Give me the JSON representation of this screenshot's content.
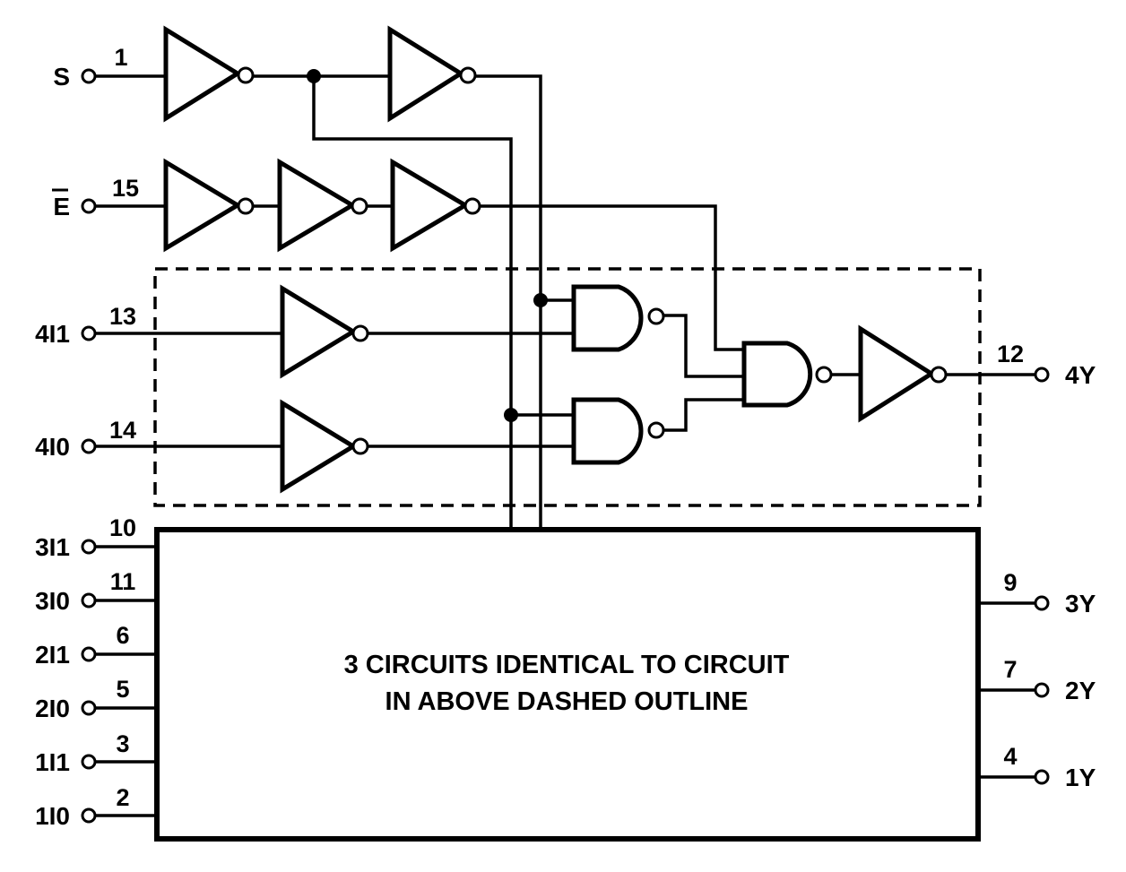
{
  "inputs": {
    "s": {
      "label": "S",
      "pin": "1"
    },
    "e": {
      "label": "E",
      "pin": "15"
    },
    "i41": {
      "label": "4I1",
      "pin": "13"
    },
    "i40": {
      "label": "4I0",
      "pin": "14"
    },
    "i31": {
      "label": "3I1",
      "pin": "10"
    },
    "i30": {
      "label": "3I0",
      "pin": "11"
    },
    "i21": {
      "label": "2I1",
      "pin": "6"
    },
    "i20": {
      "label": "2I0",
      "pin": "5"
    },
    "i11": {
      "label": "1I1",
      "pin": "3"
    },
    "i10": {
      "label": "1I0",
      "pin": "2"
    }
  },
  "outputs": {
    "y4": {
      "label": "4Y",
      "pin": "12"
    },
    "y3": {
      "label": "3Y",
      "pin": "9"
    },
    "y2": {
      "label": "2Y",
      "pin": "7"
    },
    "y1": {
      "label": "1Y",
      "pin": "4"
    }
  },
  "block": {
    "line1": "3 CIRCUITS IDENTICAL TO CIRCUIT",
    "line2": "IN ABOVE DASHED OUTLINE"
  }
}
